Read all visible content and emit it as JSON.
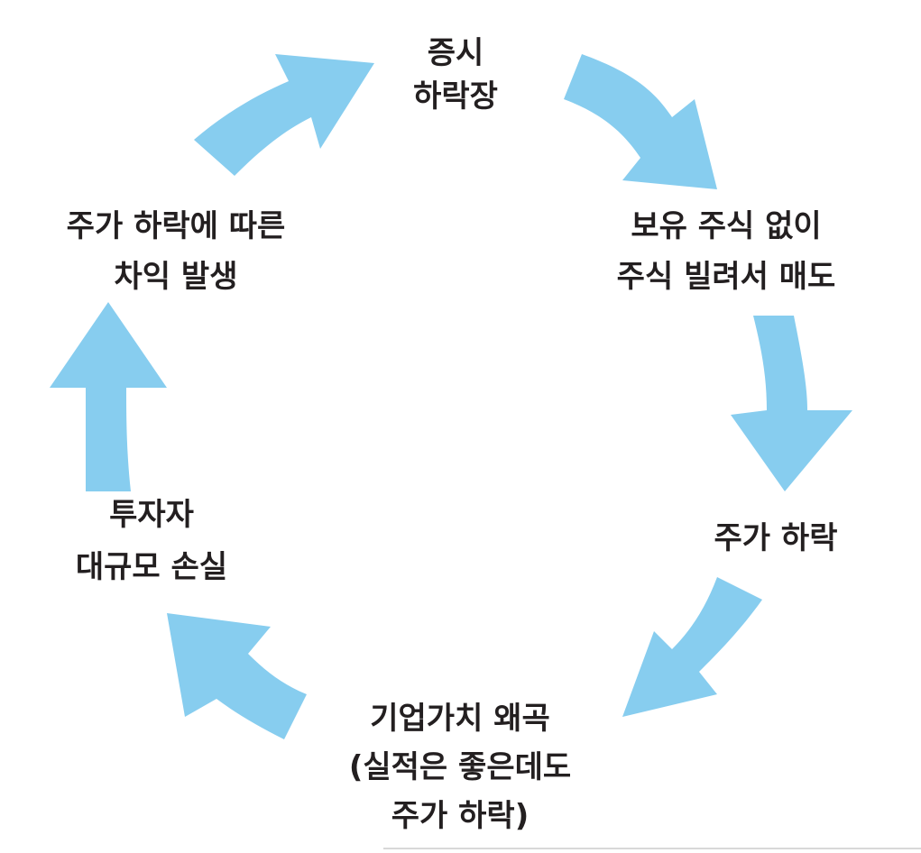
{
  "diagram": {
    "type": "cycle",
    "arrow_color": "#87cdef",
    "text_color": "#231f20",
    "nodes": [
      {
        "id": "market-decline",
        "lines": [
          "증시",
          "하락장"
        ]
      },
      {
        "id": "short-selling",
        "lines": [
          "보유 주식 없이",
          "주식 빌려서 매도"
        ]
      },
      {
        "id": "price-drop",
        "lines": [
          "주가 하락"
        ]
      },
      {
        "id": "value-distortion",
        "lines": [
          "기업가치 왜곡",
          "(실적은 좋은데도",
          "주가 하락)"
        ]
      },
      {
        "id": "investor-loss",
        "lines": [
          "투자자",
          "대규모 손실"
        ]
      },
      {
        "id": "profit-gain",
        "lines": [
          "주가 하락에 따른",
          "차익 발생"
        ]
      }
    ]
  }
}
